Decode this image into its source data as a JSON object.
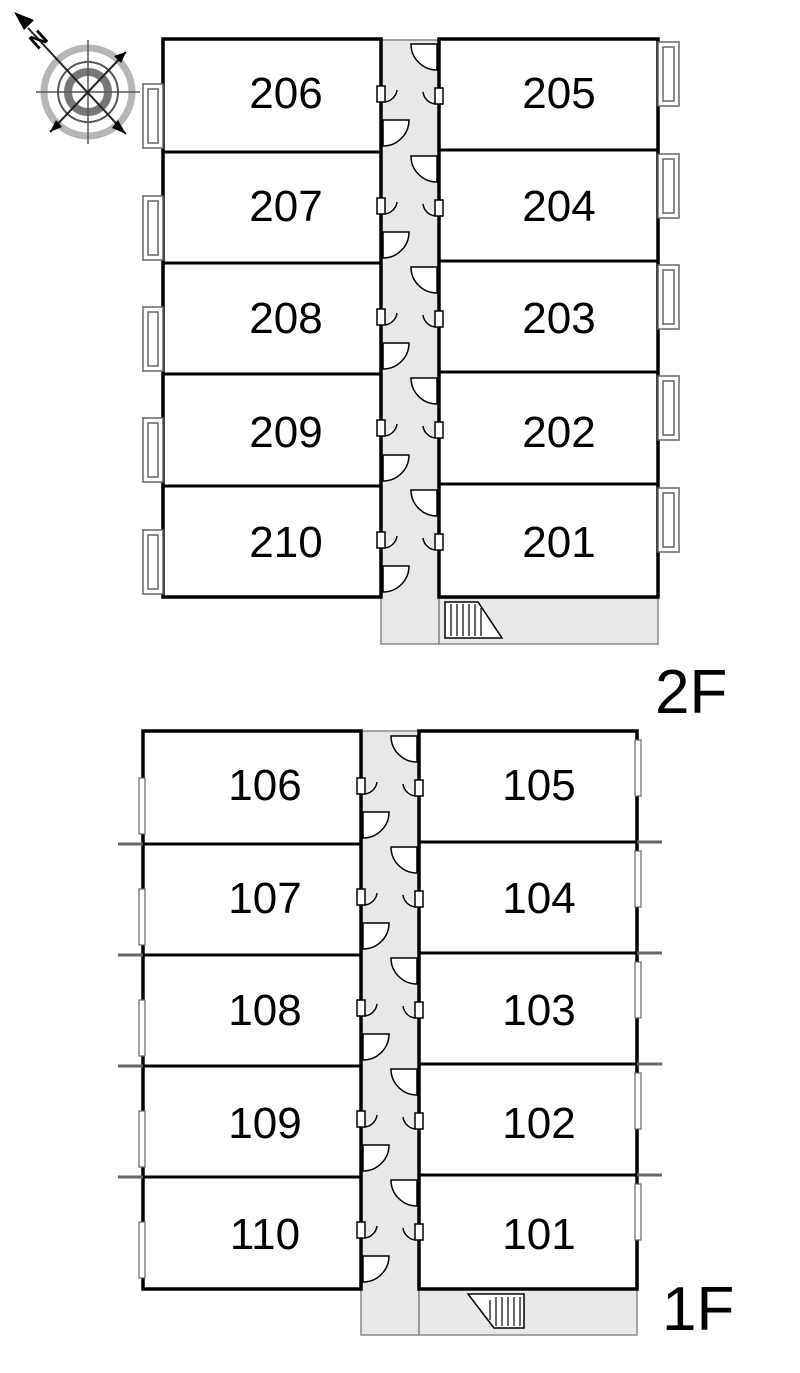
{
  "colors": {
    "corridor": "#e8e8e8",
    "wall": "#000000",
    "balcony": "#666666",
    "compass_gray": "#8c8c8c"
  },
  "compass": {
    "north_label": "N",
    "icon": "compass-rose-icon"
  },
  "floors": [
    {
      "label": "2F",
      "left_rooms": [
        "206",
        "207",
        "208",
        "209",
        "210"
      ],
      "right_rooms": [
        "205",
        "204",
        "203",
        "202",
        "201"
      ]
    },
    {
      "label": "1F",
      "left_rooms": [
        "106",
        "107",
        "108",
        "109",
        "110"
      ],
      "right_rooms": [
        "105",
        "104",
        "103",
        "102",
        "101"
      ]
    }
  ]
}
